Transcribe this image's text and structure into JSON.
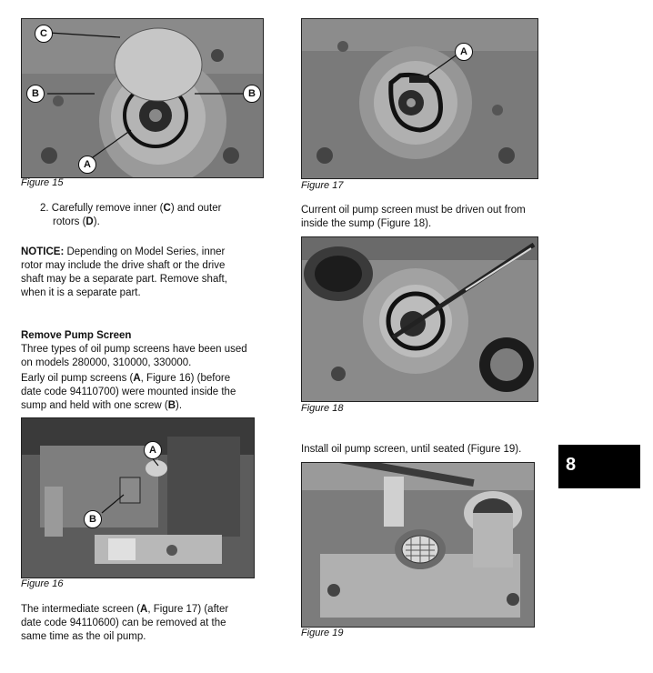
{
  "figures": {
    "fig15": {
      "caption": "Figure 15",
      "callouts": [
        "C",
        "B",
        "B",
        "A"
      ]
    },
    "fig16": {
      "caption": "Figure 16",
      "callouts": [
        "A",
        "B"
      ]
    },
    "fig17": {
      "caption": "Figure 17",
      "callouts": [
        "A"
      ]
    },
    "fig18": {
      "caption": "Figure 18",
      "callouts": []
    },
    "fig19": {
      "caption": "Figure 19",
      "callouts": []
    }
  },
  "left": {
    "step2": {
      "prefix": "2.  Carefully remove inner (",
      "k1": "C",
      "mid": ") and outer",
      "line2a": "rotors (",
      "k2": "D",
      "end": ")."
    },
    "notice": {
      "label": "NOTICE:",
      "l1": " Depending on Model Series, inner",
      "l2": "rotor may include the drive shaft or the drive",
      "l3": "shaft may be a separate part. Remove shaft,",
      "l4": "when it is a separate part."
    },
    "section_heading": "Remove Pump Screen",
    "intro": {
      "l1": "Three types of oil pump screens have been used",
      "l2": "on models 280000, 310000, 330000."
    },
    "early": {
      "l1a": "Early oil pump screens (",
      "k1": "A",
      "l1b": ", Figure 16) (before",
      "l2": "date code 94110700) were mounted inside the",
      "l3a": "sump and held with one screw (",
      "k2": "B",
      "l3b": ")."
    },
    "intermediate": {
      "l1a": "The intermediate screen (",
      "k1": "A",
      "l1b": ", Figure 17) (after",
      "l2": "date code 94110600) can be removed at the",
      "l3": "same time as the oil pump."
    }
  },
  "right": {
    "current": {
      "l1": "Current oil pump screen must be driven out from",
      "l2": "inside the sump (Figure 18)."
    },
    "install": "Install oil pump screen, until seated (Figure 19)."
  },
  "section_tab": "8"
}
